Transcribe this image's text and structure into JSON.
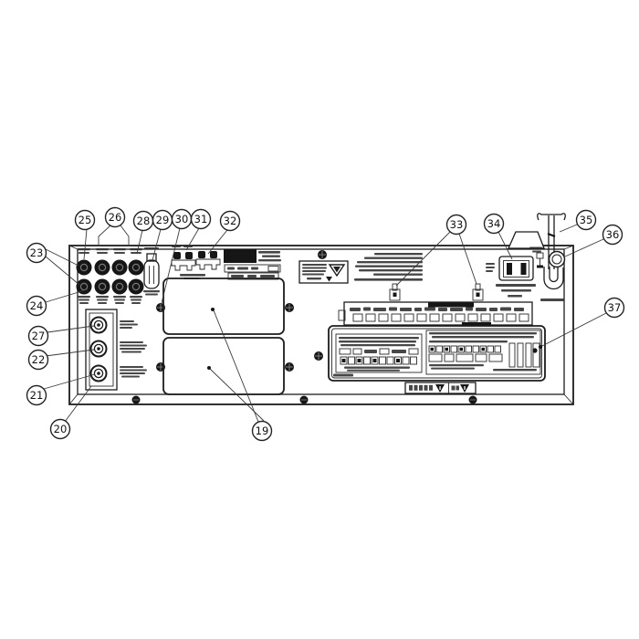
{
  "diagram": {
    "callouts": [
      "19",
      "20",
      "21",
      "22",
      "23",
      "24",
      "25",
      "26",
      "27",
      "28",
      "29",
      "30",
      "31",
      "32",
      "33",
      "34",
      "35",
      "36",
      "37"
    ]
  }
}
